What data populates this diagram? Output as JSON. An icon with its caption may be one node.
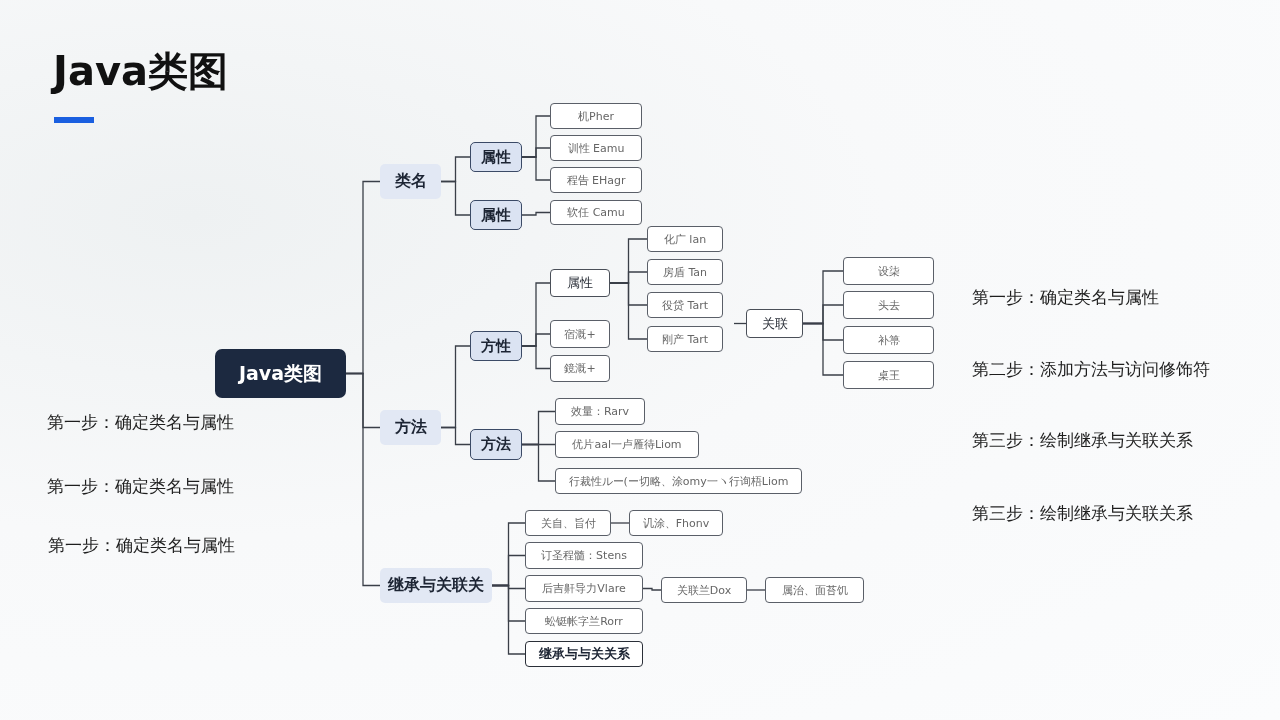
{
  "diagram": {
    "title": "Java类图",
    "nodes": [
      {
        "text": [
          "Java类图"
        ]
      },
      {
        "text": [
          "类名"
        ]
      },
      {
        "text": [
          "属性"
        ]
      },
      {
        "text": [
          "机Pher"
        ]
      },
      {
        "text": [
          "训性 Eamu"
        ]
      },
      {
        "text": [
          "程告 EHagr"
        ]
      },
      {
        "text": [
          "属性"
        ]
      },
      {
        "text": [
          "软任 Camu"
        ]
      },
      {
        "text": [
          "方法"
        ]
      },
      {
        "text": [
          "方性"
        ]
      },
      {
        "text": [
          "属性"
        ]
      },
      {
        "text": [
          "化广 lan"
        ]
      },
      {
        "text": [
          "房盾 Tan"
        ]
      },
      {
        "text": [
          "役贷 Tart"
        ]
      },
      {
        "text": [
          "刚产 Tart"
        ]
      },
      {
        "text": [
          "关联"
        ]
      },
      {
        "text": [
          "设柒"
        ]
      },
      {
        "text": [
          "头去"
        ]
      },
      {
        "text": [
          "补箒"
        ]
      },
      {
        "text": [
          "桌王"
        ]
      },
      {
        "text": [
          "宿溉+"
        ]
      },
      {
        "text": [
          "鏡溉+"
        ]
      },
      {
        "text": [
          "方法"
        ]
      },
      {
        "text": [
          "效量：Rarv"
        ]
      },
      {
        "text": [
          "优片aal一卢雁待Liom"
        ]
      },
      {
        "text": [
          "行裁性ルー(ー切略、涂omy一ヽ行询梧Liom"
        ]
      },
      {
        "text": [
          "继承与关联关"
        ]
      },
      {
        "text": [
          "关自、旨付"
        ]
      },
      {
        "text": [
          "讥涂、Fhonv"
        ]
      },
      {
        "text": [
          "订圣程髓：Stens"
        ]
      },
      {
        "text": [
          "后吉鼾导力Vlare"
        ]
      },
      {
        "text": [
          "关联兰Dox"
        ]
      },
      {
        "text": [
          "属治、面苔饥"
        ]
      },
      {
        "text": [
          "蚣铤帐字兰Rorr"
        ]
      },
      {
        "text": [
          "继承与与关关系"
        ]
      }
    ],
    "edges": [
      {
        "from": 0,
        "to": 1,
        "arrow": "none"
      },
      {
        "from": 0,
        "to": 8,
        "arrow": "none"
      },
      {
        "from": 0,
        "to": 26,
        "arrow": "none"
      },
      {
        "from": 1,
        "to": 2,
        "arrow": "none"
      },
      {
        "from": 1,
        "to": 6,
        "arrow": "none"
      },
      {
        "from": 2,
        "to": 3,
        "arrow": "none"
      },
      {
        "from": 2,
        "to": 4,
        "arrow": "none"
      },
      {
        "from": 2,
        "to": 5,
        "arrow": "none"
      },
      {
        "from": 6,
        "to": 7,
        "arrow": "none"
      },
      {
        "from": 8,
        "to": 9,
        "arrow": "none"
      },
      {
        "from": 8,
        "to": 22,
        "arrow": "none"
      },
      {
        "from": 9,
        "to": 10,
        "arrow": "none"
      },
      {
        "from": 9,
        "to": 20,
        "arrow": "none"
      },
      {
        "from": 9,
        "to": 21,
        "arrow": "none"
      },
      {
        "from": 10,
        "to": 11,
        "arrow": "none"
      },
      {
        "from": 10,
        "to": 12,
        "arrow": "none"
      },
      {
        "from": 10,
        "to": 13,
        "arrow": "none"
      },
      {
        "from": 10,
        "to": 14,
        "arrow": "none"
      },
      {
        "from": null,
        "to": 15,
        "arrow": "none"
      },
      {
        "from": 15,
        "to": 16,
        "arrow": "none"
      },
      {
        "from": 15,
        "to": 17,
        "arrow": "none"
      },
      {
        "from": 15,
        "to": 18,
        "arrow": "none"
      },
      {
        "from": 15,
        "to": 19,
        "arrow": "none"
      },
      {
        "from": 22,
        "to": 23,
        "arrow": "none"
      },
      {
        "from": 22,
        "to": 24,
        "arrow": "none"
      },
      {
        "from": 22,
        "to": 25,
        "arrow": "none"
      },
      {
        "from": 26,
        "to": 27,
        "arrow": "none"
      },
      {
        "from": 26,
        "to": 29,
        "arrow": "none"
      },
      {
        "from": 26,
        "to": 30,
        "arrow": "none"
      },
      {
        "from": 26,
        "to": 33,
        "arrow": "none"
      },
      {
        "from": 26,
        "to": 34,
        "arrow": "none"
      },
      {
        "from": 27,
        "to": 28,
        "arrow": "none"
      },
      {
        "from": 30,
        "to": 31,
        "arrow": "none"
      },
      {
        "from": 31,
        "to": 32,
        "arrow": "none"
      }
    ],
    "labels": [
      "第一步：确定类名与属性",
      "第一步：确定类名与属性",
      "第一步：确定类名与属性",
      "第一步：确定类名与属性",
      "第二步：添加方法与访问修饰符",
      "第三步：绘制继承与关联关系",
      "第三步：绘制继承与关联关系"
    ]
  }
}
